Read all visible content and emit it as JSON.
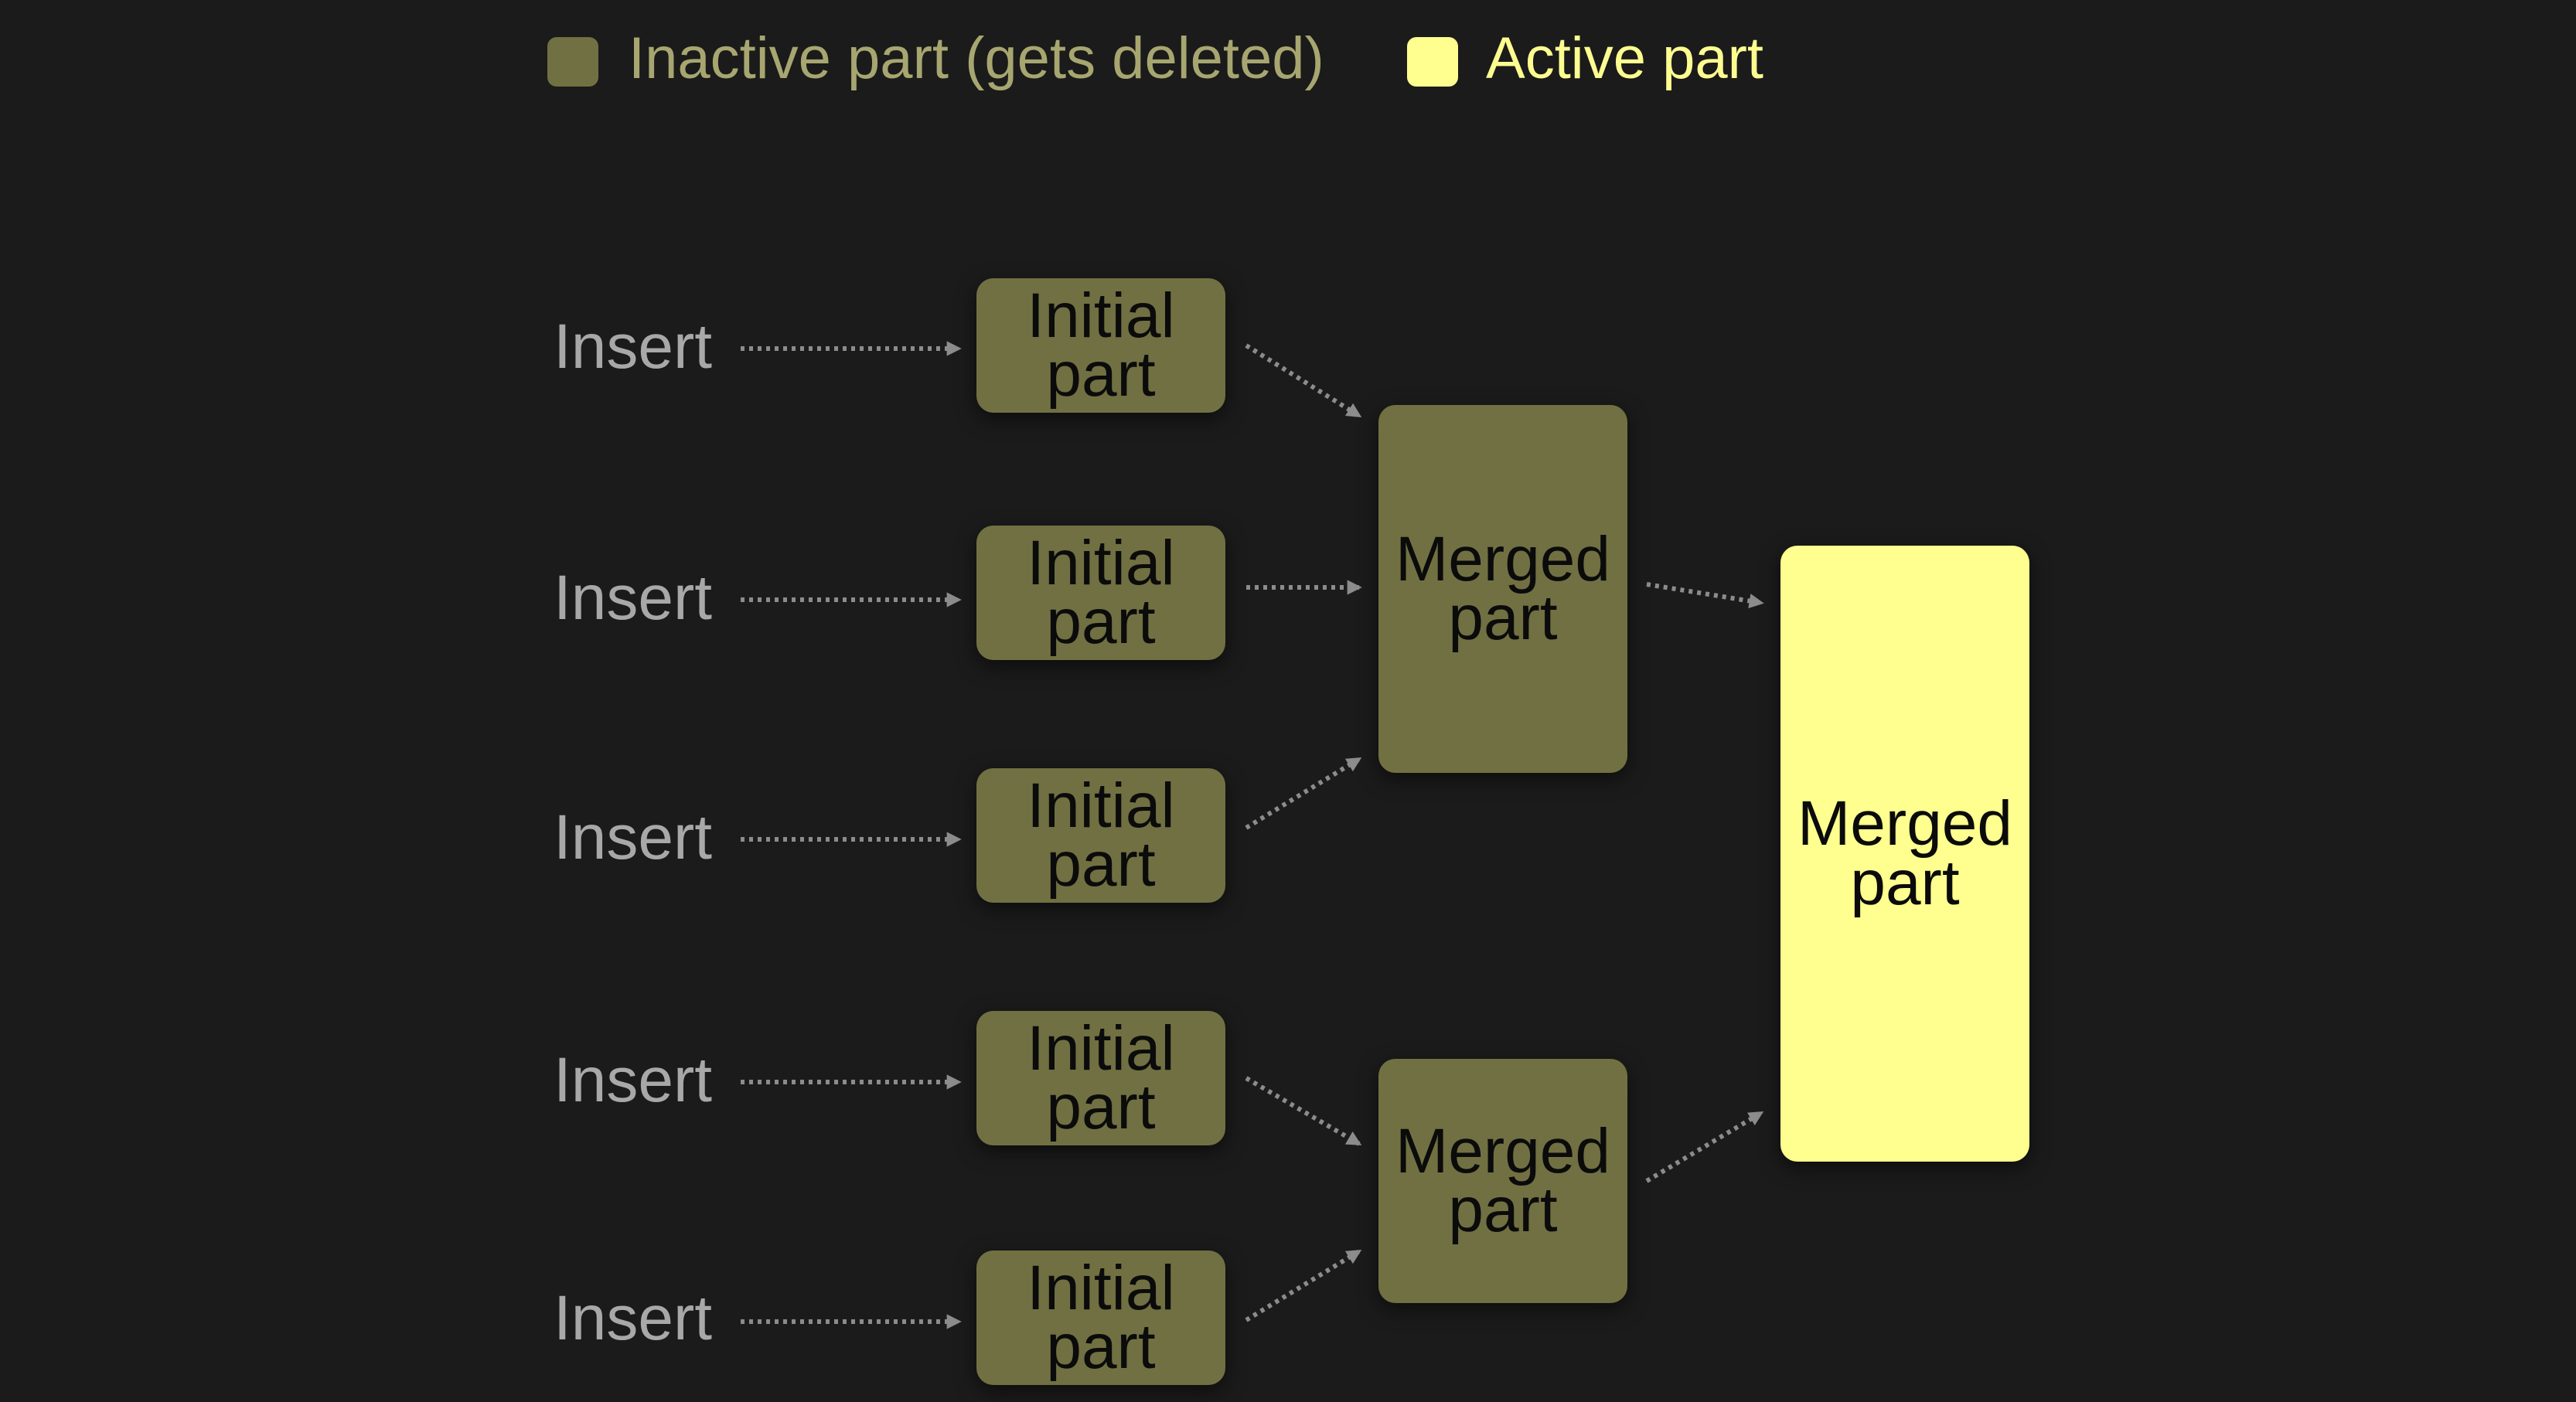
{
  "colors": {
    "background": "#1b1b1b",
    "inactive_fill": "#717042",
    "inactive_text": "#a7a670",
    "active_fill": "#ffff8f",
    "active_text": "#fdfc90",
    "insert_text": "#a8a8a8",
    "arrow": "#8c8c8c",
    "node_text": "#0b0b0b"
  },
  "legend": {
    "inactive_label": "Inactive part (gets deleted)",
    "active_label": "Active part"
  },
  "inserts": [
    "Insert",
    "Insert",
    "Insert",
    "Insert",
    "Insert"
  ],
  "initial_parts": [
    {
      "line1": "Initial",
      "line2": "part"
    },
    {
      "line1": "Initial",
      "line2": "part"
    },
    {
      "line1": "Initial",
      "line2": "part"
    },
    {
      "line1": "Initial",
      "line2": "part"
    },
    {
      "line1": "Initial",
      "line2": "part"
    }
  ],
  "merged_parts": [
    {
      "line1": "Merged",
      "line2": "part",
      "state": "inactive"
    },
    {
      "line1": "Merged",
      "line2": "part",
      "state": "inactive"
    }
  ],
  "final_part": {
    "line1": "Merged",
    "line2": "part",
    "state": "active"
  }
}
